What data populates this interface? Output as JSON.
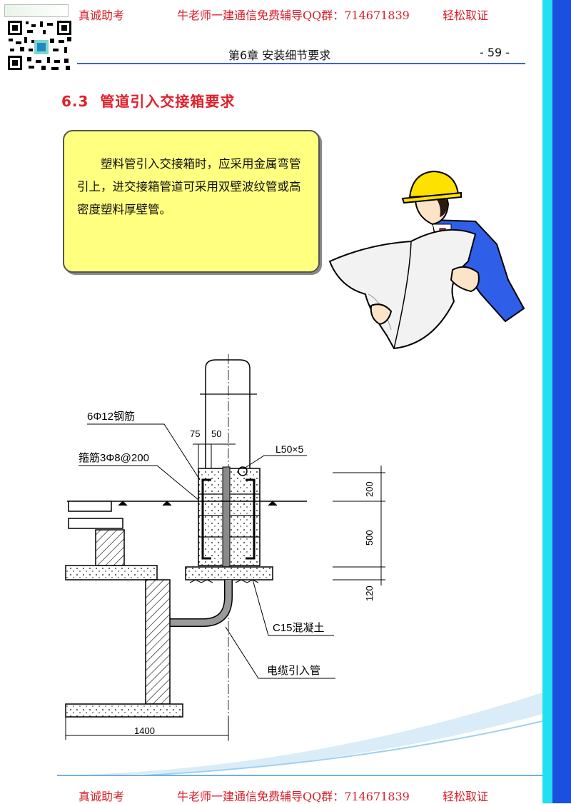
{
  "banner": {
    "left": "真诚助考",
    "center": "牛老师一建通信免费辅导QQ群：714671839",
    "right": "轻松取证"
  },
  "header": {
    "chapter": "第6章  安装细节要求",
    "page": "- 59 -"
  },
  "section": {
    "number": "6.3",
    "title": "管道引入交接箱要求"
  },
  "note": {
    "text": "塑料管引入交接箱时，应采用金属弯管引上，进交接箱管道可采用双壁波纹管或高密度塑料厚壁管。"
  },
  "diagram": {
    "labels": {
      "rebar": "6Φ12钢筋",
      "stirrup": "箍筋3Φ8@200",
      "angle": "L50×5",
      "concrete": "C15混凝土",
      "cable_pipe": "电缆引入管"
    },
    "dims": {
      "d75": "75",
      "d50": "50",
      "d200": "200",
      "d500": "500",
      "d120": "120",
      "d1400": "1400"
    }
  },
  "colors": {
    "accent_red": "#e0202a",
    "note_bg": "#ffff80",
    "rule_blue": "#3b63d9",
    "side_cyan": "#22e0f0",
    "side_blue": "#1a4fe0"
  }
}
